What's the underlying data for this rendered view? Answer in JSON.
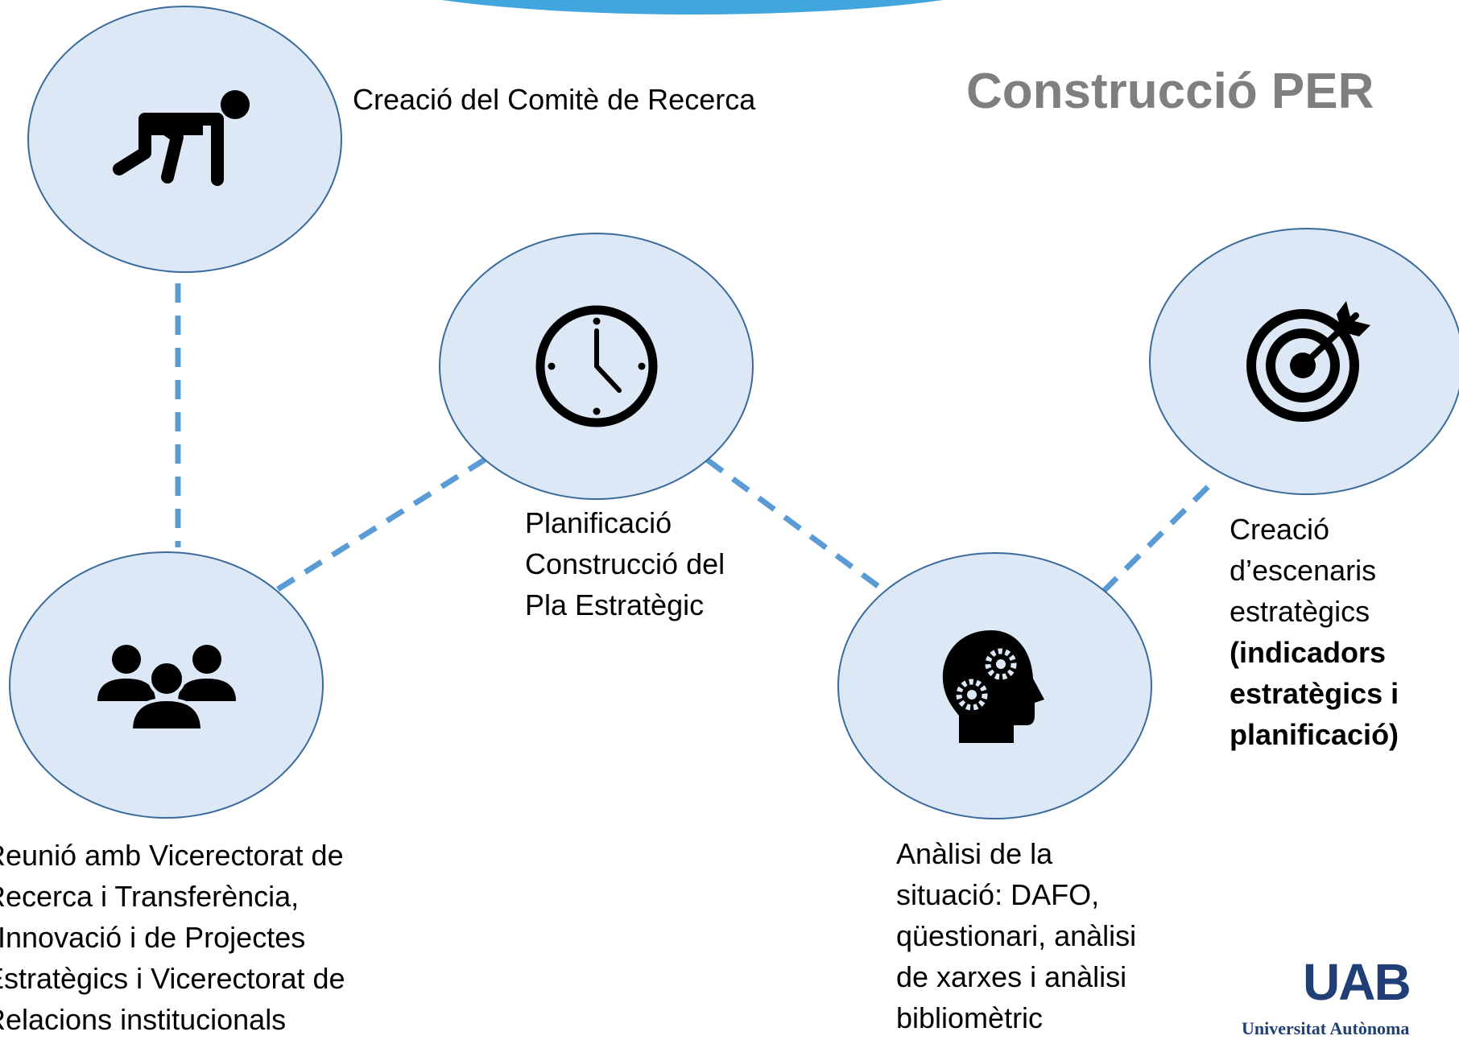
{
  "title": "Construcció PER",
  "steps": [
    {
      "icon": "runner-start-icon",
      "label_lines": [
        "Creació del Comitè de Recerca"
      ]
    },
    {
      "icon": "team-icon",
      "label_lines": [
        "Reunió amb Vicerectorat de",
        "Recerca i Transferència,",
        "l’Innovació i de Projectes",
        "Estratègics i Vicerectorat de",
        "Relacions institucionals"
      ]
    },
    {
      "icon": "clock-icon",
      "label_lines": [
        "Planificació",
        "Construcció del",
        "Pla Estratègic"
      ]
    },
    {
      "icon": "head-gears-icon",
      "label_lines": [
        "Anàlisi de la",
        "situació: DAFO,",
        "qüestionari, anàlisi",
        "de xarxes i anàlisi",
        "bibliomètric"
      ]
    },
    {
      "icon": "target-icon",
      "label_lines": [
        "Creació",
        "d’escenaris",
        "estratègics"
      ],
      "label_bold_lines": [
        "(indicadors",
        "estratègics i",
        "planificació)"
      ]
    }
  ],
  "logo": {
    "mark": "UAB",
    "subtitle": "Universitat Autònoma"
  },
  "colors": {
    "node_fill": "#dce8f5",
    "node_stroke": "#3a6a9c",
    "connector": "#5b9bd5",
    "title": "#7f7f7f",
    "top_bar": "#41a6de",
    "logo": "#1f3f76"
  }
}
